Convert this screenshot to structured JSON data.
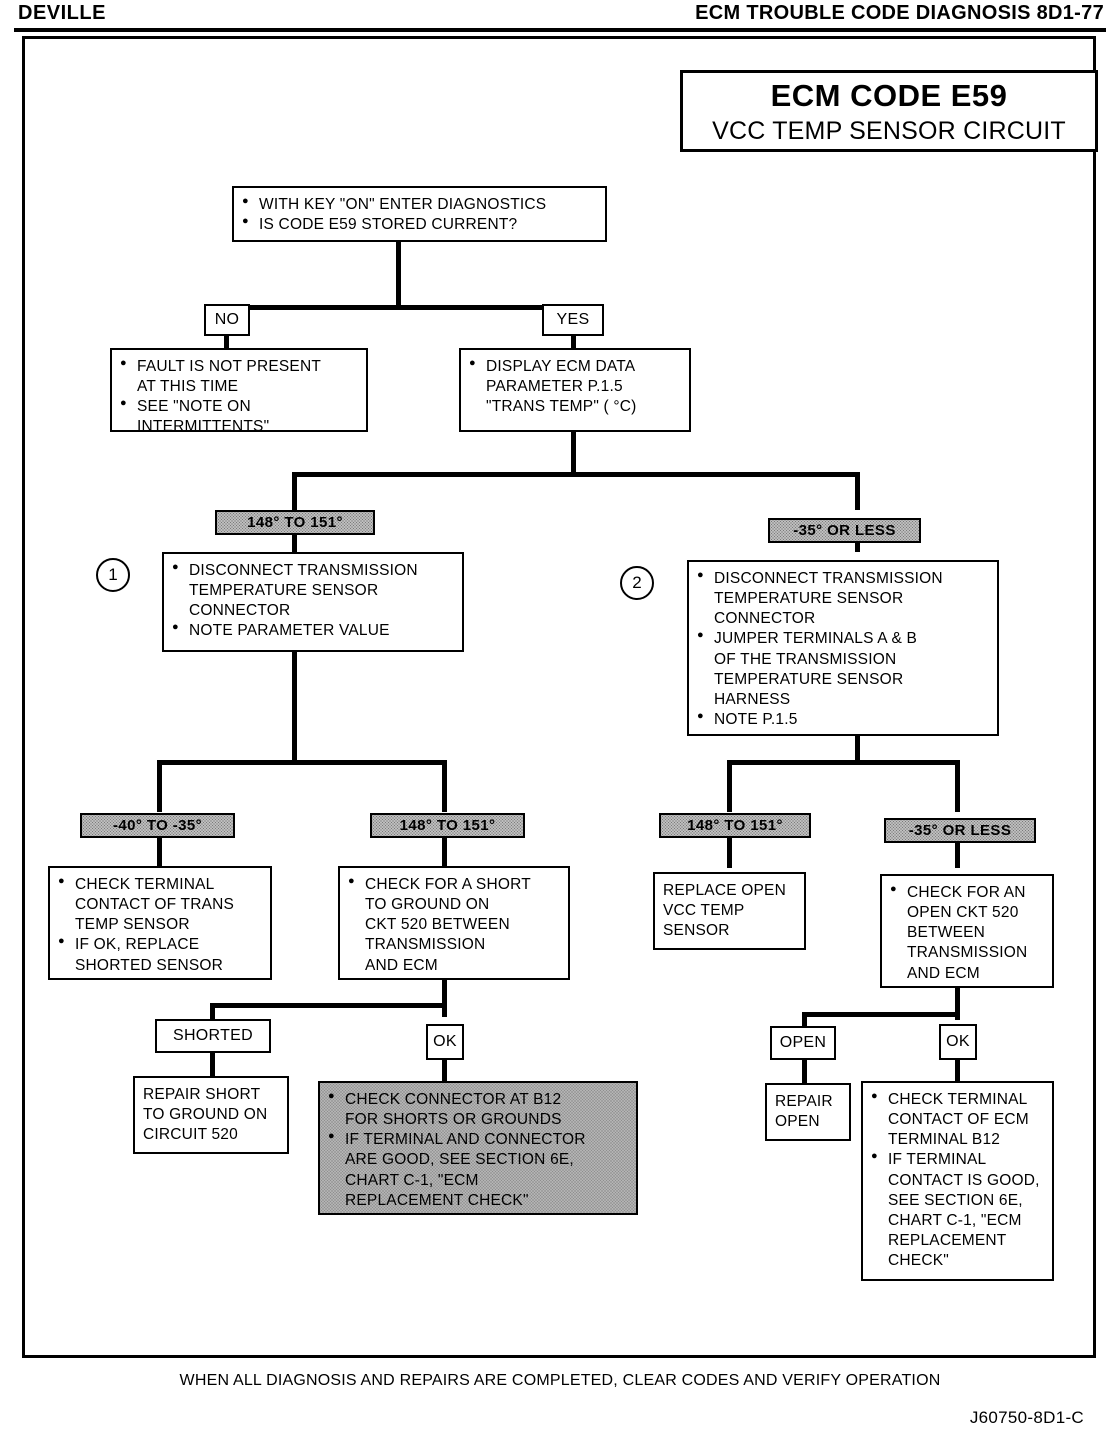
{
  "header": {
    "left": "DEVILLE",
    "right": "ECM TROUBLE CODE DIAGNOSIS 8D1-77"
  },
  "title": {
    "code": "ECM CODE E59",
    "subtitle": "VCC TEMP SENSOR CIRCUIT"
  },
  "nodes": {
    "start": {
      "lines": [
        "WITH KEY \"ON\" ENTER DIAGNOSTICS",
        "IS CODE E59 STORED CURRENT?"
      ]
    },
    "no_branch": {
      "lines": [
        "FAULT IS NOT PRESENT\nAT THIS TIME",
        "SEE \"NOTE ON\nINTERMITTENTS\""
      ]
    },
    "yes_branch": {
      "lines": [
        "DISPLAY ECM DATA\nPARAMETER P.1.5\n\"TRANS TEMP\" ( °C)"
      ]
    },
    "step1": {
      "number": "1",
      "lines": [
        "DISCONNECT TRANSMISSION\nTEMPERATURE SENSOR\nCONNECTOR",
        "NOTE PARAMETER VALUE"
      ]
    },
    "step2": {
      "number": "2",
      "lines": [
        "DISCONNECT TRANSMISSION\nTEMPERATURE SENSOR\nCONNECTOR",
        "JUMPER TERMINALS A & B\nOF THE TRANSMISSION\nTEMPERATURE SENSOR\nHARNESS",
        "NOTE P.1.5"
      ]
    },
    "check_trans_temp_sensor": {
      "lines": [
        "CHECK TERMINAL\nCONTACT OF TRANS\nTEMP SENSOR",
        "IF OK, REPLACE\nSHORTED SENSOR"
      ]
    },
    "check_short_ground": {
      "lines": [
        "CHECK FOR A SHORT\nTO GROUND ON\nCKT 520 BETWEEN\nTRANSMISSION\nAND ECM"
      ]
    },
    "replace_vcc_sensor": {
      "plain": "REPLACE OPEN\nVCC TEMP\nSENSOR"
    },
    "check_open_ckt": {
      "lines": [
        "CHECK FOR AN\nOPEN CKT 520\nBETWEEN\nTRANSMISSION\nAND ECM"
      ]
    },
    "repair_short": {
      "plain": "REPAIR SHORT\nTO GROUND ON\nCIRCUIT 520"
    },
    "check_connector_b12": {
      "lines": [
        "CHECK CONNECTOR AT B12\nFOR SHORTS OR GROUNDS",
        "IF TERMINAL AND CONNECTOR\nARE GOOD, SEE SECTION 6E,\nCHART C-1, \"ECM\nREPLACEMENT CHECK\""
      ]
    },
    "repair_open": {
      "plain": "REPAIR\nOPEN"
    },
    "check_ecm_terminal_b12": {
      "lines": [
        "CHECK TERMINAL\nCONTACT OF ECM\nTERMINAL B12",
        "IF TERMINAL\nCONTACT IS GOOD,\nSEE SECTION 6E,\nCHART C-1, \"ECM\nREPLACEMENT\nCHECK\""
      ]
    }
  },
  "tags": {
    "no": "NO",
    "yes": "YES",
    "ok_left": "OK",
    "ok_right": "OK",
    "shorted": "SHORTED",
    "open": "OPEN"
  },
  "ranges": {
    "r1": "148° TO  151°",
    "r2": "-35° OR LESS",
    "r3": "-40° TO -35°",
    "r4": "148° TO  151°",
    "r5": "148° TO  151°",
    "r6": "-35° OR LESS"
  },
  "footer": {
    "note": "WHEN ALL DIAGNOSIS AND REPAIRS ARE COMPLETED, CLEAR CODES AND VERIFY OPERATION",
    "code": "J60750-8D1-C"
  }
}
